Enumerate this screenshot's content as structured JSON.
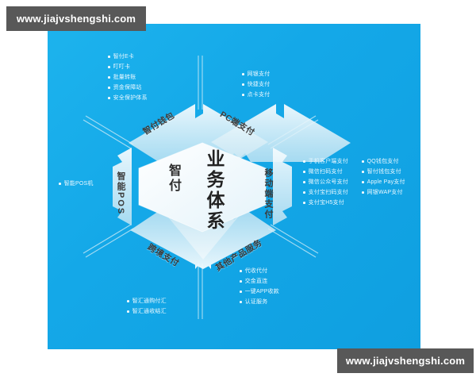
{
  "watermark": {
    "top_text": "www.jiajvshengshi.com",
    "bottom_text": "www.jiajvshengshi.com"
  },
  "diagram": {
    "center": {
      "line1": "智付",
      "line2": "业务体系"
    },
    "segments": [
      {
        "id": "wallet",
        "label": "智付钱包"
      },
      {
        "id": "pc",
        "label": "PC端支付"
      },
      {
        "id": "mobile",
        "label": "移动端支付"
      },
      {
        "id": "other",
        "label": "其他产品服务"
      },
      {
        "id": "cross",
        "label": "跨境支付"
      },
      {
        "id": "pos",
        "label": "智能POS"
      }
    ],
    "lists": {
      "wallet": [
        "智付E卡",
        "叮叮卡",
        "批量转账",
        "资金保障站",
        "安全保护体系"
      ],
      "pc": [
        "网银支付",
        "快捷支付",
        "点卡支付"
      ],
      "mobile_col1": [
        "手机客户端支付",
        "微信扫码支付",
        "微信公众号支付",
        "支付宝扫码支付",
        "支付宝H5支付"
      ],
      "mobile_col2": [
        "QQ钱包支付",
        "智付钱包支付",
        "Apple Pay支付",
        "网银WAP支付"
      ],
      "pos": [
        "智能POS机"
      ],
      "cross": [
        "智汇通购付汇",
        "智汇通收结汇"
      ],
      "other": [
        "代收代付",
        "交金直连",
        "一键APP收款",
        "认证服务"
      ]
    }
  },
  "colors": {
    "background": "#16ace9",
    "hex_fill": "#eaf6fb",
    "watermark_bg": "#585858",
    "text_dark": "#333333"
  }
}
